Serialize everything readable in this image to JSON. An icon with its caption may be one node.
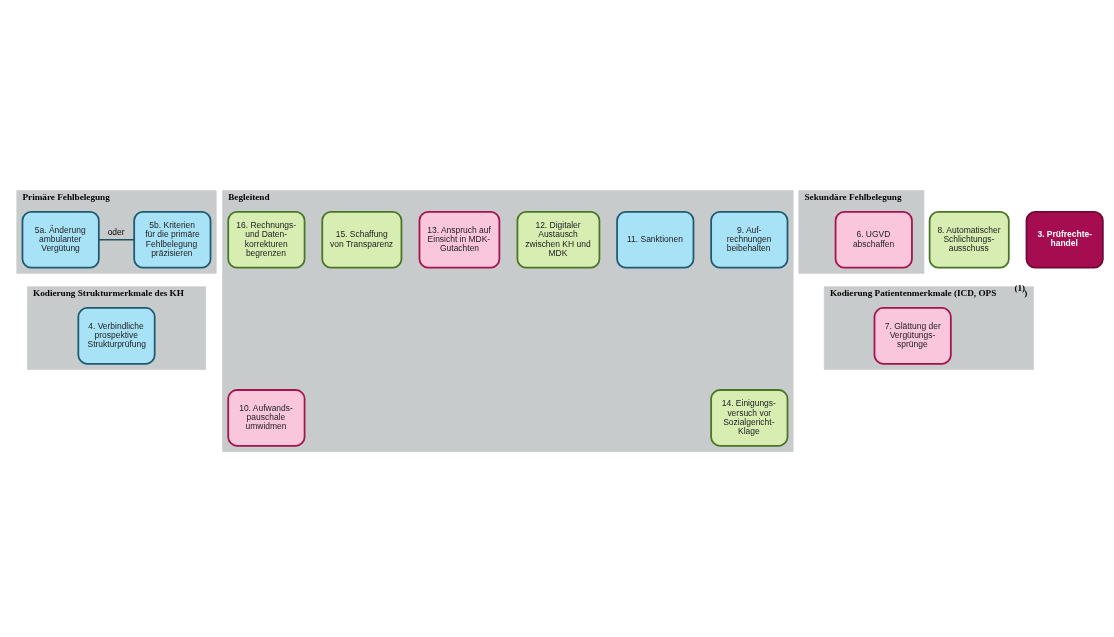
{
  "diagram": {
    "nodes": [
      {
        "text": [
          "Primäre Fehlbelegung"
        ]
      },
      {
        "text": [
          "5a. Änderung ambulanter Vergütung"
        ],
        "in": 0
      },
      {
        "text": [
          "5b. Kriterien für die primäre Fehlbelegung präzisieren"
        ],
        "in": 0
      },
      {
        "text": [
          "Sekundäre Fehlbelegung"
        ]
      },
      {
        "text": [
          "6. UGVD abschaffen"
        ],
        "in": 3
      },
      {
        "text": [
          "8. Automatischer Schlichtungs- ausschuss"
        ]
      },
      {
        "text": [
          "3. Prüfrechte- handel"
        ]
      },
      {
        "text": [
          "Kodierung Strukturmerkmale des KH"
        ]
      },
      {
        "text": [
          "4. Verbindliche prospektive Strukturprüfung"
        ],
        "in": 7
      },
      {
        "text": [
          "Kodierung Patientenmerkmale (ICD, OPS$^{(1)}$)"
        ]
      },
      {
        "text": [
          "7. Glättung der Vergütungs- sprünge"
        ],
        "in": 9
      },
      {
        "text": [
          "Begleitend"
        ]
      },
      {
        "text": [
          "9. Auf- rechnungen beibehalten"
        ],
        "in": 11
      },
      {
        "text": [
          "10. Aufwands- pauschale umwidmen"
        ],
        "in": 11
      },
      {
        "text": [
          "11. Sanktionen"
        ],
        "in": 11
      },
      {
        "text": [
          "12. Digitaler Austausch zwischen KH und MDK"
        ],
        "in": 11
      },
      {
        "text": [
          "13. Anspruch auf Einsicht in MDK- Gutachten"
        ],
        "in": 11
      },
      {
        "text": [
          "14. Einigungs- versuch vor Sozialgericht- Klage"
        ],
        "in": 11
      },
      {
        "text": [
          "15. Schaffung von Transparenz"
        ],
        "in": 11
      },
      {
        "text": [
          "16. Rechnungs- und Daten- korrekturen begrenzen"
        ],
        "in": 11
      }
    ],
    "edges": [
      {
        "from": 1,
        "to": 2,
        "arrow": "none",
        "label": "oder"
      }
    ]
  }
}
